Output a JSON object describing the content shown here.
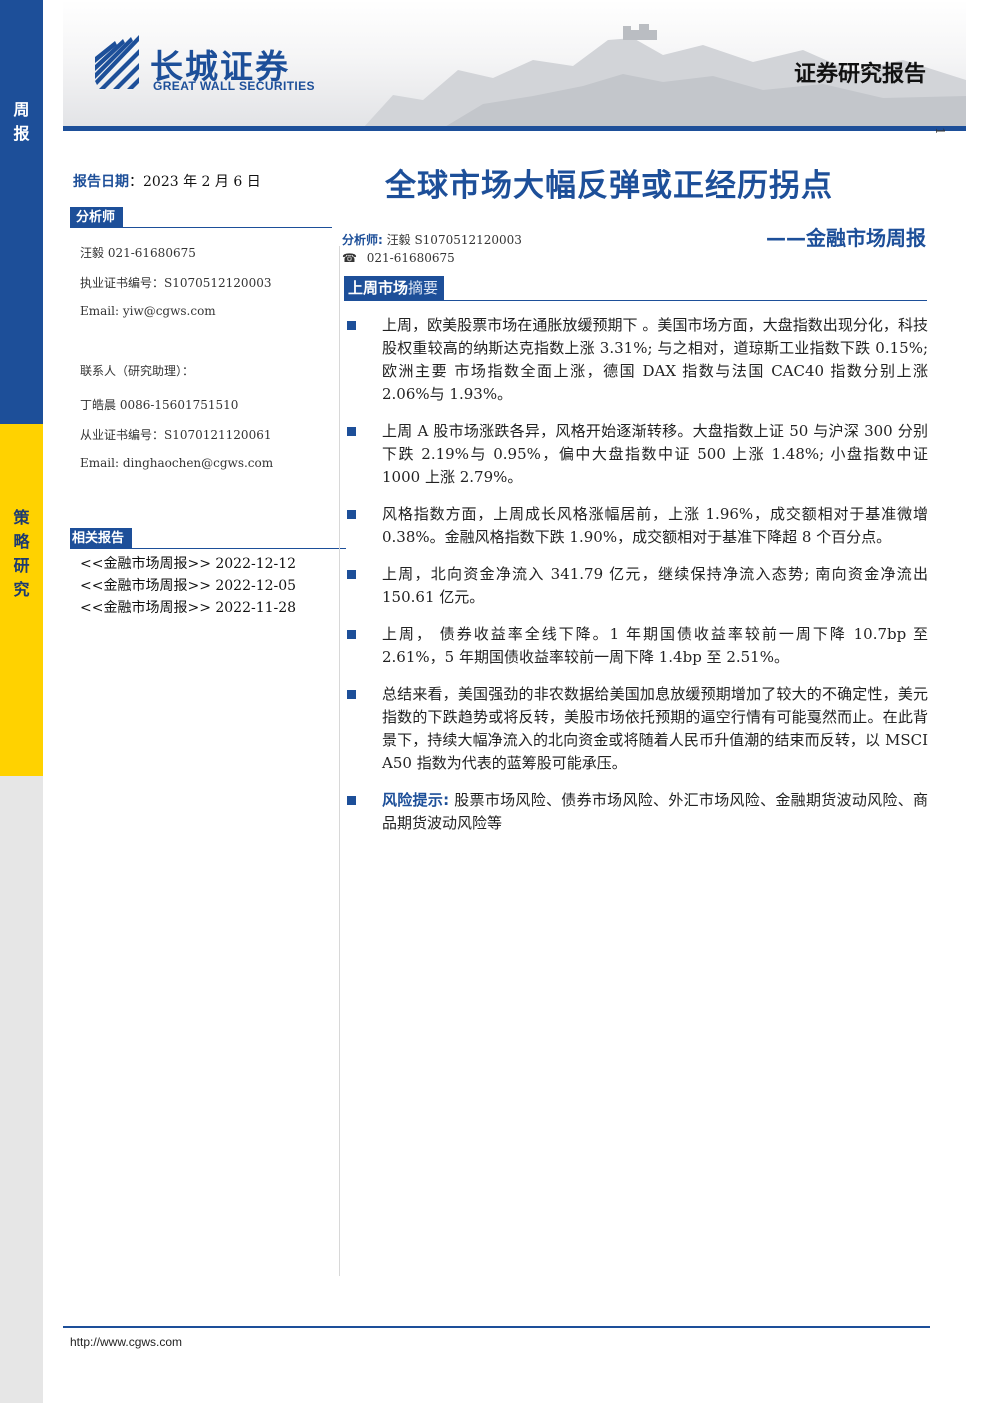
{
  "side": {
    "top_label": "周报",
    "middle_label": "策略研究"
  },
  "header": {
    "brand_cn": "长城证券",
    "brand_en": "GREAT WALL SECURITIES",
    "report_type": "证券研究报告",
    "page_number": "1"
  },
  "report_date": {
    "label": "报告日期",
    "value": "：2023 年 2 月 6 日"
  },
  "analyst_section": {
    "heading": "分析师",
    "lines": [
      "汪毅 021-61680675",
      "执业证书编号：S1070512120003",
      "Email: yiw@cgws.com",
      "联系人（研究助理）：",
      "丁皓晨 0086-15601751510",
      "从业证书编号：S1070121120061",
      "Email: dinghaochen@cgws.com"
    ]
  },
  "related_section": {
    "heading": "相关报告",
    "items": [
      "<<金融市场周报>> 2022-12-12",
      "<<金融市场周报>> 2022-12-05",
      "<<金融市场周报>> 2022-11-28"
    ]
  },
  "title": "全球市场大幅反弹或正经历拐点",
  "subtitle": "——金融市场周报",
  "meta": {
    "analyst_label": "分析师:",
    "analyst_value": "汪毅 S1070512120003",
    "phone": "021-61680675"
  },
  "summary": {
    "heading_strong": "上周市场",
    "heading_light": "摘要",
    "bullets": [
      {
        "lead": "",
        "text": "上周，欧美股票市场在通胀放缓预期下 。美国市场方面，大盘指数出现分化，科技股权重较高的纳斯达克指数上涨 3.31%; 与之相对，道琼斯工业指数下跌 0.15%; 欧洲主要 市场指数全面上涨，德国 DAX 指数与法国 CAC40 指数分别上涨 2.06%与 1.93%。"
      },
      {
        "lead": "",
        "text": "上周 A 股市场涨跌各异，风格开始逐渐转移。大盘指数上证 50 与沪深 300 分别下跌 2.19%与 0.95%，偏中大盘指数中证 500 上涨 1.48%; 小盘指数中证 1000 上涨 2.79%。"
      },
      {
        "lead": "",
        "text": "风格指数方面，上周成长风格涨幅居前，上涨 1.96%，成交额相对于基准微增 0.38%。金融风格指数下跌 1.90%，成交额相对于基准下降超 8 个百分点。"
      },
      {
        "lead": "",
        "text": "上周，北向资金净流入 341.79 亿元，继续保持净流入态势; 南向资金净流出 150.61 亿元。"
      },
      {
        "lead": "",
        "text": "上周， 债券收益率全线下降。1 年期国债收益率较前一周下降 10.7bp 至 2.61%，5 年期国债收益率较前一周下降 1.4bp 至 2.51%。"
      },
      {
        "lead": "",
        "text": "总结来看，美国强劲的非农数据给美国加息放缓预期增加了较大的不确定性，美元指数的下跌趋势或将反转，美股市场依托预期的逼空行情有可能戛然而止。在此背景下，持续大幅净流入的北向资金或将随着人民币升值潮的结束而反转，以 MSCI A50 指数为代表的蓝筹股可能承压。"
      },
      {
        "lead": "风险提示:",
        "text": " 股票市场风险、债券市场风险、外汇市场风险、金融期货波动风险、商品期货波动风险等"
      }
    ]
  },
  "footer": {
    "url": "http://www.cgws.com"
  },
  "colors": {
    "brand_blue": "#1d4f99",
    "accent_yellow": "#ffd200"
  }
}
